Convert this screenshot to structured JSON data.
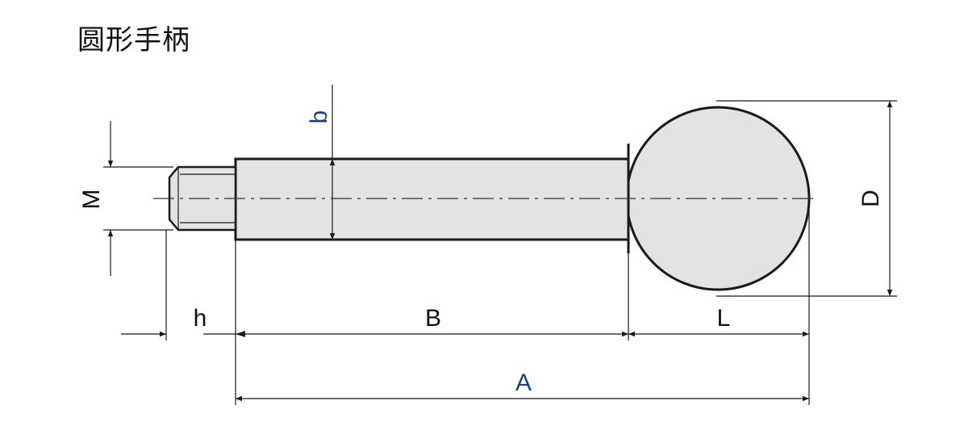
{
  "title": "圆形手柄",
  "labels": {
    "M": "M",
    "b": "b",
    "h": "h",
    "B": "B",
    "L": "L",
    "A": "A",
    "D": "D"
  },
  "colors": {
    "part_fill": "#e3e3e3",
    "outline": "#1a1a1a",
    "label_blue": "#1d3f7a"
  }
}
